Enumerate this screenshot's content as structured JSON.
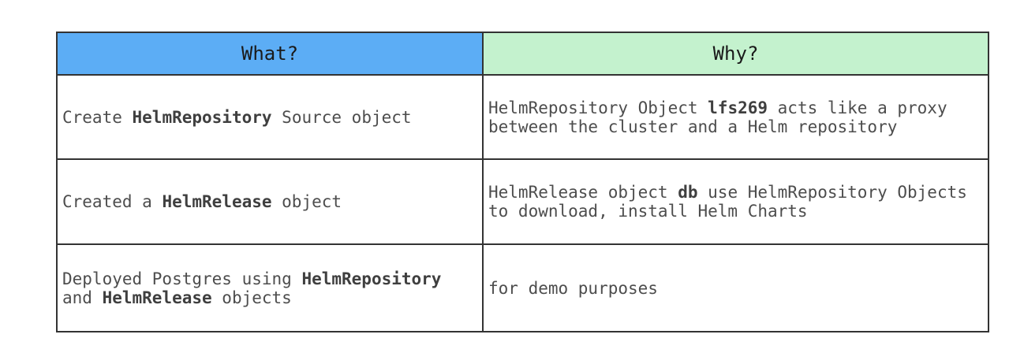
{
  "table": {
    "border_color": "#333333",
    "body_text_color": "#4d4d4d",
    "header_text_color": "#1a1a1a",
    "headers": [
      {
        "label": "What?",
        "bg": "#5cadf5"
      },
      {
        "label": "Why?",
        "bg": "#c4f2ce"
      }
    ],
    "rows": [
      {
        "what": [
          {
            "t": "Create ",
            "b": false
          },
          {
            "t": "HelmRepository",
            "b": true
          },
          {
            "t": " Source object",
            "b": false
          }
        ],
        "why": [
          {
            "t": "HelmRepository Object ",
            "b": false
          },
          {
            "t": "lfs269",
            "b": true
          },
          {
            "t": " acts like a proxy between the cluster and a Helm repository",
            "b": false
          }
        ]
      },
      {
        "what": [
          {
            "t": "Created a ",
            "b": false
          },
          {
            "t": "HelmRelease",
            "b": true
          },
          {
            "t": " object",
            "b": false
          }
        ],
        "why": [
          {
            "t": "HelmRelease object ",
            "b": false
          },
          {
            "t": "db",
            "b": true
          },
          {
            "t": " use HelmRepository Objects to download, install Helm Charts",
            "b": false
          }
        ]
      },
      {
        "what": [
          {
            "t": "Deployed Postgres using ",
            "b": false
          },
          {
            "t": "HelmRepository",
            "b": true
          },
          {
            "t": " and ",
            "b": false
          },
          {
            "t": "HelmRelease",
            "b": true
          },
          {
            "t": " objects",
            "b": false
          }
        ],
        "why": [
          {
            "t": "for demo purposes",
            "b": false
          }
        ]
      }
    ]
  }
}
